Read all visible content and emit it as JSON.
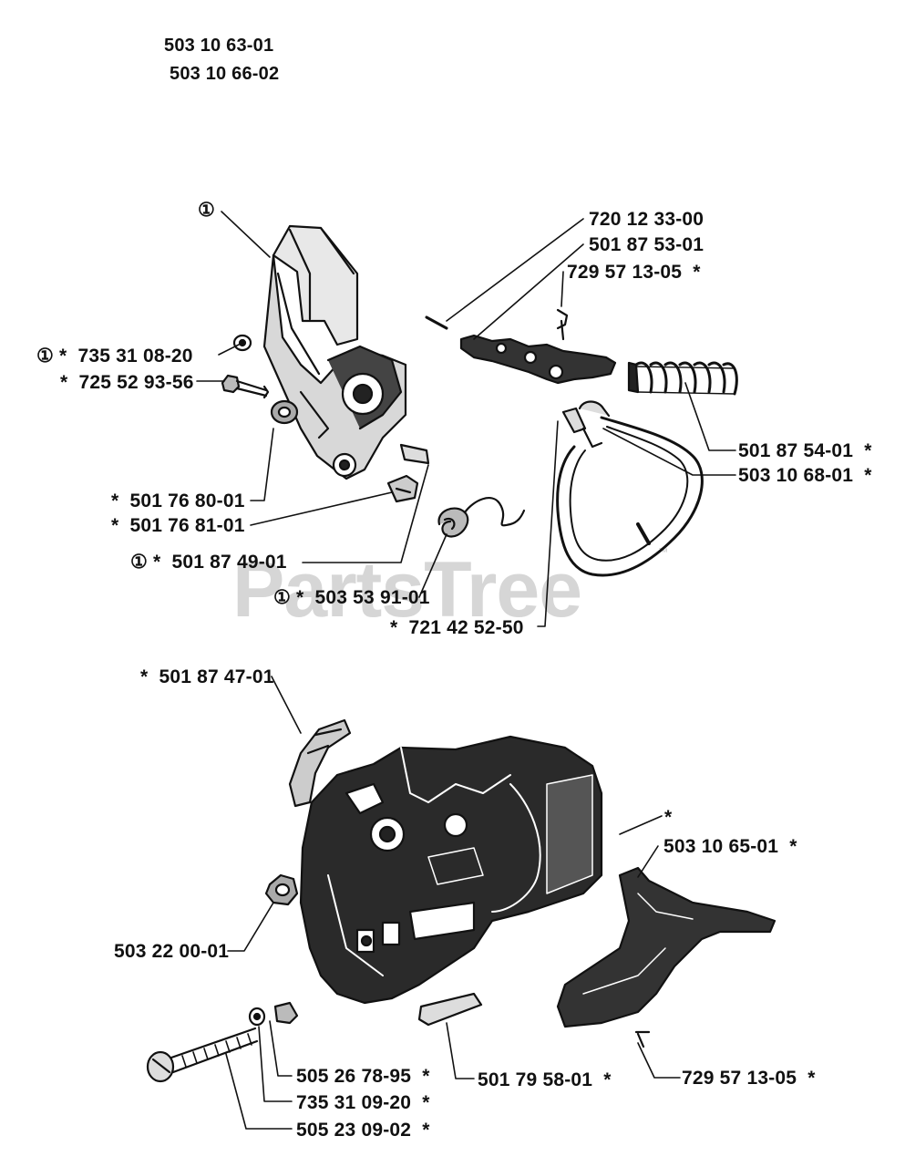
{
  "header": {
    "model_line_1": "503 10 63-01",
    "model_line_2": "503 10 66-02"
  },
  "watermark": {
    "text": "PartsTree",
    "tm": "™"
  },
  "callouts": [
    {
      "id": "c01",
      "text": "①"
    },
    {
      "id": "c02",
      "text": "720 12 33-00"
    },
    {
      "id": "c03",
      "text": "501 87 53-01"
    },
    {
      "id": "c04",
      "text": "729 57 13-05  *"
    },
    {
      "id": "c05",
      "text": "① *  735 31 08-20"
    },
    {
      "id": "c06",
      "text": "*  725 52 93-56"
    },
    {
      "id": "c07",
      "text": "501 87 54-01  *"
    },
    {
      "id": "c08",
      "text": "503 10 68-01  *"
    },
    {
      "id": "c09",
      "text": "*  501 76 80-01"
    },
    {
      "id": "c10",
      "text": "*  501 76 81-01"
    },
    {
      "id": "c11",
      "text": "① *  501 87 49-01"
    },
    {
      "id": "c12",
      "text": "① *  503 53 91-01"
    },
    {
      "id": "c13",
      "text": "*  721 42 52-50"
    },
    {
      "id": "c14",
      "text": "*  501 87 47-01"
    },
    {
      "id": "c15",
      "text": "*"
    },
    {
      "id": "c16",
      "text": "503 10 65-01  *"
    },
    {
      "id": "c17",
      "text": "503 22 00-01"
    },
    {
      "id": "c18",
      "text": "505 26 78-95  *"
    },
    {
      "id": "c19",
      "text": "501 79 58-01  *"
    },
    {
      "id": "c20",
      "text": "729 57 13-05  *"
    },
    {
      "id": "c21",
      "text": "735 31 09-20  *"
    },
    {
      "id": "c22",
      "text": "505 23 09-02  *"
    }
  ]
}
